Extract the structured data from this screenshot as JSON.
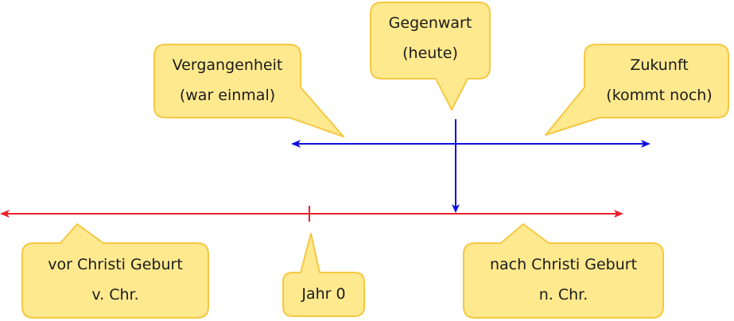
{
  "colors": {
    "bubble_fill": "#ffe98f",
    "bubble_stroke": "#f5c842",
    "upper_axis": "#1010e0",
    "lower_axis": "#e8202a"
  },
  "callouts": {
    "past": {
      "line1": "Vergangenheit",
      "line2": "(war einmal)"
    },
    "present": {
      "line1": "Gegenwart",
      "line2": "(heute)"
    },
    "future": {
      "line1": "Zukunft",
      "line2": "(kommt noch)"
    },
    "bc": {
      "line1": "vor Christi Geburt",
      "line2": "v. Chr."
    },
    "year_zero": {
      "line1": "Jahr 0"
    },
    "ad": {
      "line1": "nach Christi Geburt",
      "line2": "n. Chr."
    }
  }
}
